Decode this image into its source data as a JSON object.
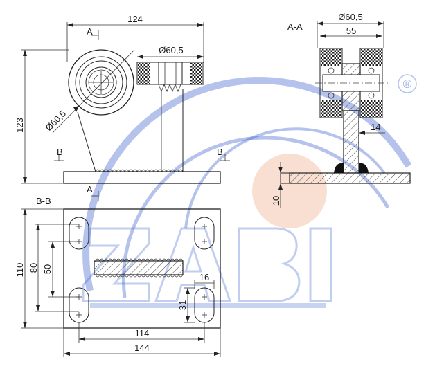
{
  "views": {
    "front": {
      "dim_width": "124",
      "dim_height": "123",
      "dim_wheel_diameter": "Ø60,5",
      "dim_side_wheel_diameter": "Ø60,5",
      "section_mark": "A",
      "section_b_left": "B",
      "section_b_right": "B",
      "section_mark_bottom": "A"
    },
    "section_aa": {
      "title": "A-A",
      "dim_wheel_diameter": "Ø60,5",
      "dim_width": "55",
      "dim_post": "14",
      "dim_plate_thickness": "10"
    },
    "section_bb": {
      "title": "B-B",
      "dim_height_outer": "110",
      "dim_height_holes": "80",
      "dim_height_inner": "50",
      "dim_slot_width": "16",
      "dim_slot_length": "31",
      "dim_hole_spacing": "114",
      "dim_width_outer": "144"
    }
  },
  "watermark": {
    "registered_symbol": "®",
    "logo_text": "ZABI",
    "color": "#3a5fcd",
    "accent_color": "#f2b89a"
  }
}
